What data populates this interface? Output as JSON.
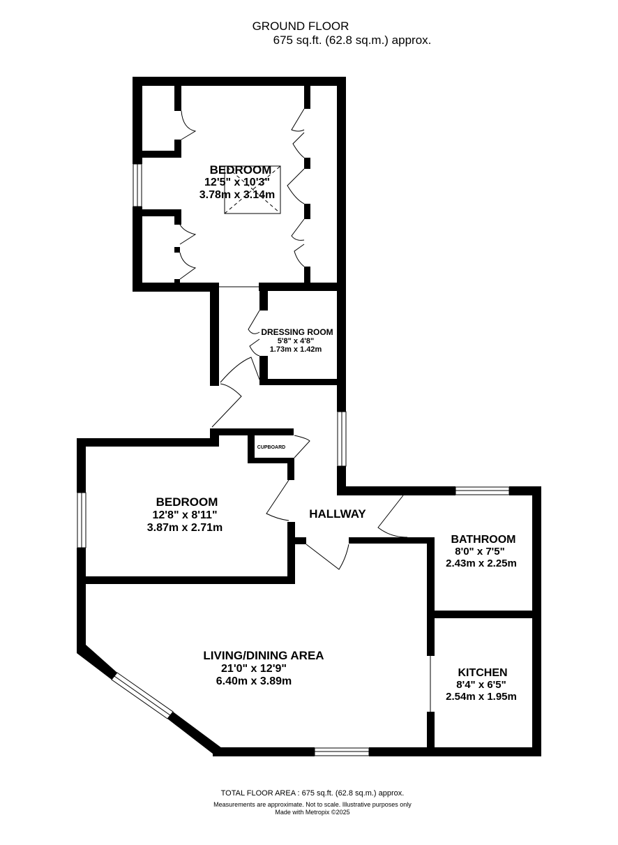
{
  "header": {
    "title": "GROUND FLOOR",
    "area": "675 sq.ft. (62.8 sq.m.) approx."
  },
  "rooms": {
    "bedroom1": {
      "name": "BEDROOM",
      "imperial": "12'5\"  x 10'3\"",
      "metric": "3.78m  x 3.14m"
    },
    "dressing": {
      "name": "DRESSING ROOM",
      "imperial": "5'8\"  x 4'8\"",
      "metric": "1.73m  x 1.42m"
    },
    "cupboard": {
      "name": "CUPBOARD"
    },
    "bedroom2": {
      "name": "BEDROOM",
      "imperial": "12'8\"  x 8'11\"",
      "metric": "3.87m  x 2.71m"
    },
    "hallway": {
      "name": "HALLWAY"
    },
    "bathroom": {
      "name": "BATHROOM",
      "imperial": "8'0\"  x 7'5\"",
      "metric": "2.43m  x 2.25m"
    },
    "living": {
      "name": "LIVING/DINING AREA",
      "imperial": "21'0\"  x 12'9\"",
      "metric": "6.40m  x 3.89m"
    },
    "kitchen": {
      "name": "KITCHEN",
      "imperial": "8'4\"  x 6'5\"",
      "metric": "2.54m  x 1.95m"
    }
  },
  "footer": {
    "total": "TOTAL FLOOR AREA : 675 sq.ft. (62.8 sq.m.) approx.",
    "disclaimer": "Measurements are approximate.  Not to scale.  Illustrative purposes only",
    "credit": "Made with Metropix ©2025"
  },
  "colors": {
    "wall": "#000000",
    "background": "#ffffff"
  }
}
